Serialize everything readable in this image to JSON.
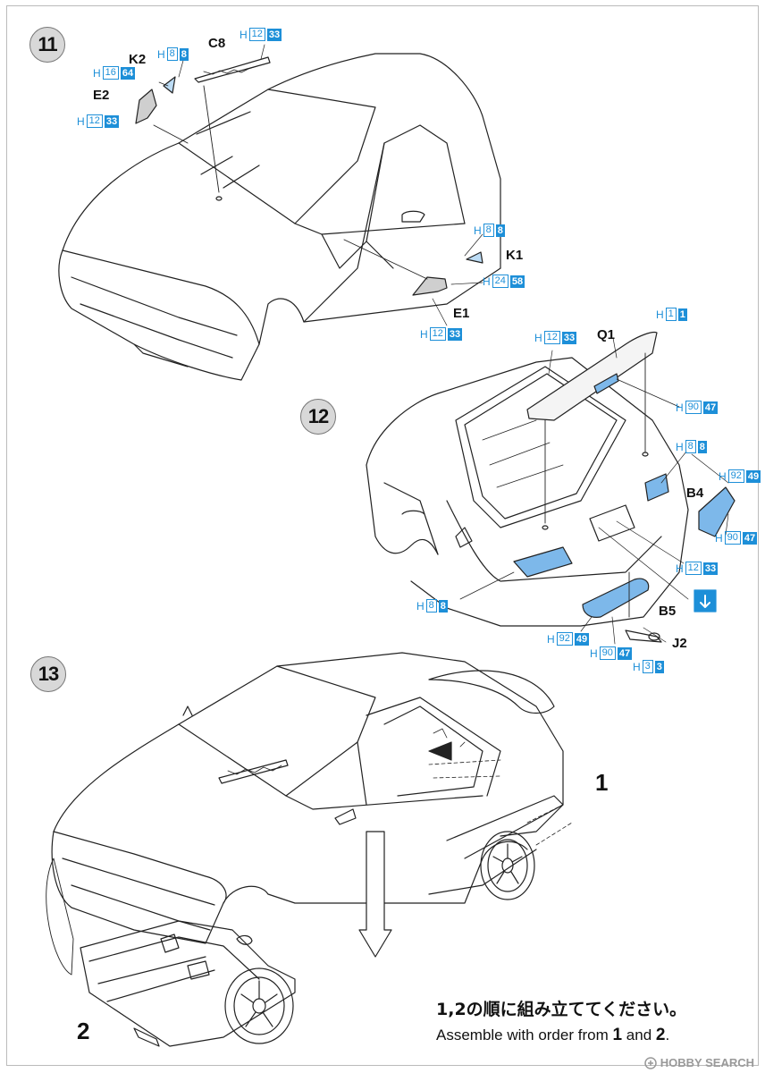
{
  "steps": {
    "s11": "11",
    "s12": "12",
    "s13": "13"
  },
  "parts": {
    "k2": "K2",
    "c8": "C8",
    "e2": "E2",
    "k1": "K1",
    "e1": "E1",
    "q1": "Q1",
    "b4": "B4",
    "b5": "B5",
    "j2": "J2"
  },
  "paint_codes": [
    {
      "id": "c1",
      "prefix": "H",
      "a": "12",
      "b": "33"
    },
    {
      "id": "c2",
      "prefix": "H",
      "a": "8",
      "b": "8"
    },
    {
      "id": "c3",
      "prefix": "H",
      "a": "16",
      "b": "64"
    },
    {
      "id": "c4",
      "prefix": "H",
      "a": "12",
      "b": "33"
    },
    {
      "id": "c5",
      "prefix": "H",
      "a": "8",
      "b": "8"
    },
    {
      "id": "c6",
      "prefix": "H",
      "a": "24",
      "b": "58"
    },
    {
      "id": "c7",
      "prefix": "H",
      "a": "12",
      "b": "33"
    },
    {
      "id": "c8",
      "prefix": "H",
      "a": "1",
      "b": "1"
    },
    {
      "id": "c9",
      "prefix": "H",
      "a": "12",
      "b": "33"
    },
    {
      "id": "c10",
      "prefix": "H",
      "a": "90",
      "b": "47"
    },
    {
      "id": "c11",
      "prefix": "H",
      "a": "8",
      "b": "8"
    },
    {
      "id": "c12",
      "prefix": "H",
      "a": "92",
      "b": "49"
    },
    {
      "id": "c13",
      "prefix": "H",
      "a": "90",
      "b": "47"
    },
    {
      "id": "c14",
      "prefix": "H",
      "a": "12",
      "b": "33"
    },
    {
      "id": "c15",
      "prefix": "H",
      "a": "8",
      "b": "8"
    },
    {
      "id": "c16",
      "prefix": "H",
      "a": "92",
      "b": "49"
    },
    {
      "id": "c17",
      "prefix": "H",
      "a": "90",
      "b": "47"
    },
    {
      "id": "c18",
      "prefix": "H",
      "a": "3",
      "b": "3"
    }
  ],
  "order": {
    "one": "1",
    "two": "2",
    "jp": "1,2の順に組み立ててください。",
    "en_prefix": "Assemble with order from",
    "en_one": "1",
    "en_and": "and",
    "en_two": "2",
    "en_suffix": "."
  },
  "watermark": "HOBBY SEARCH",
  "colors": {
    "accent": "#1d8fd8",
    "part_fill": "#7db8ea",
    "line": "#222222"
  }
}
